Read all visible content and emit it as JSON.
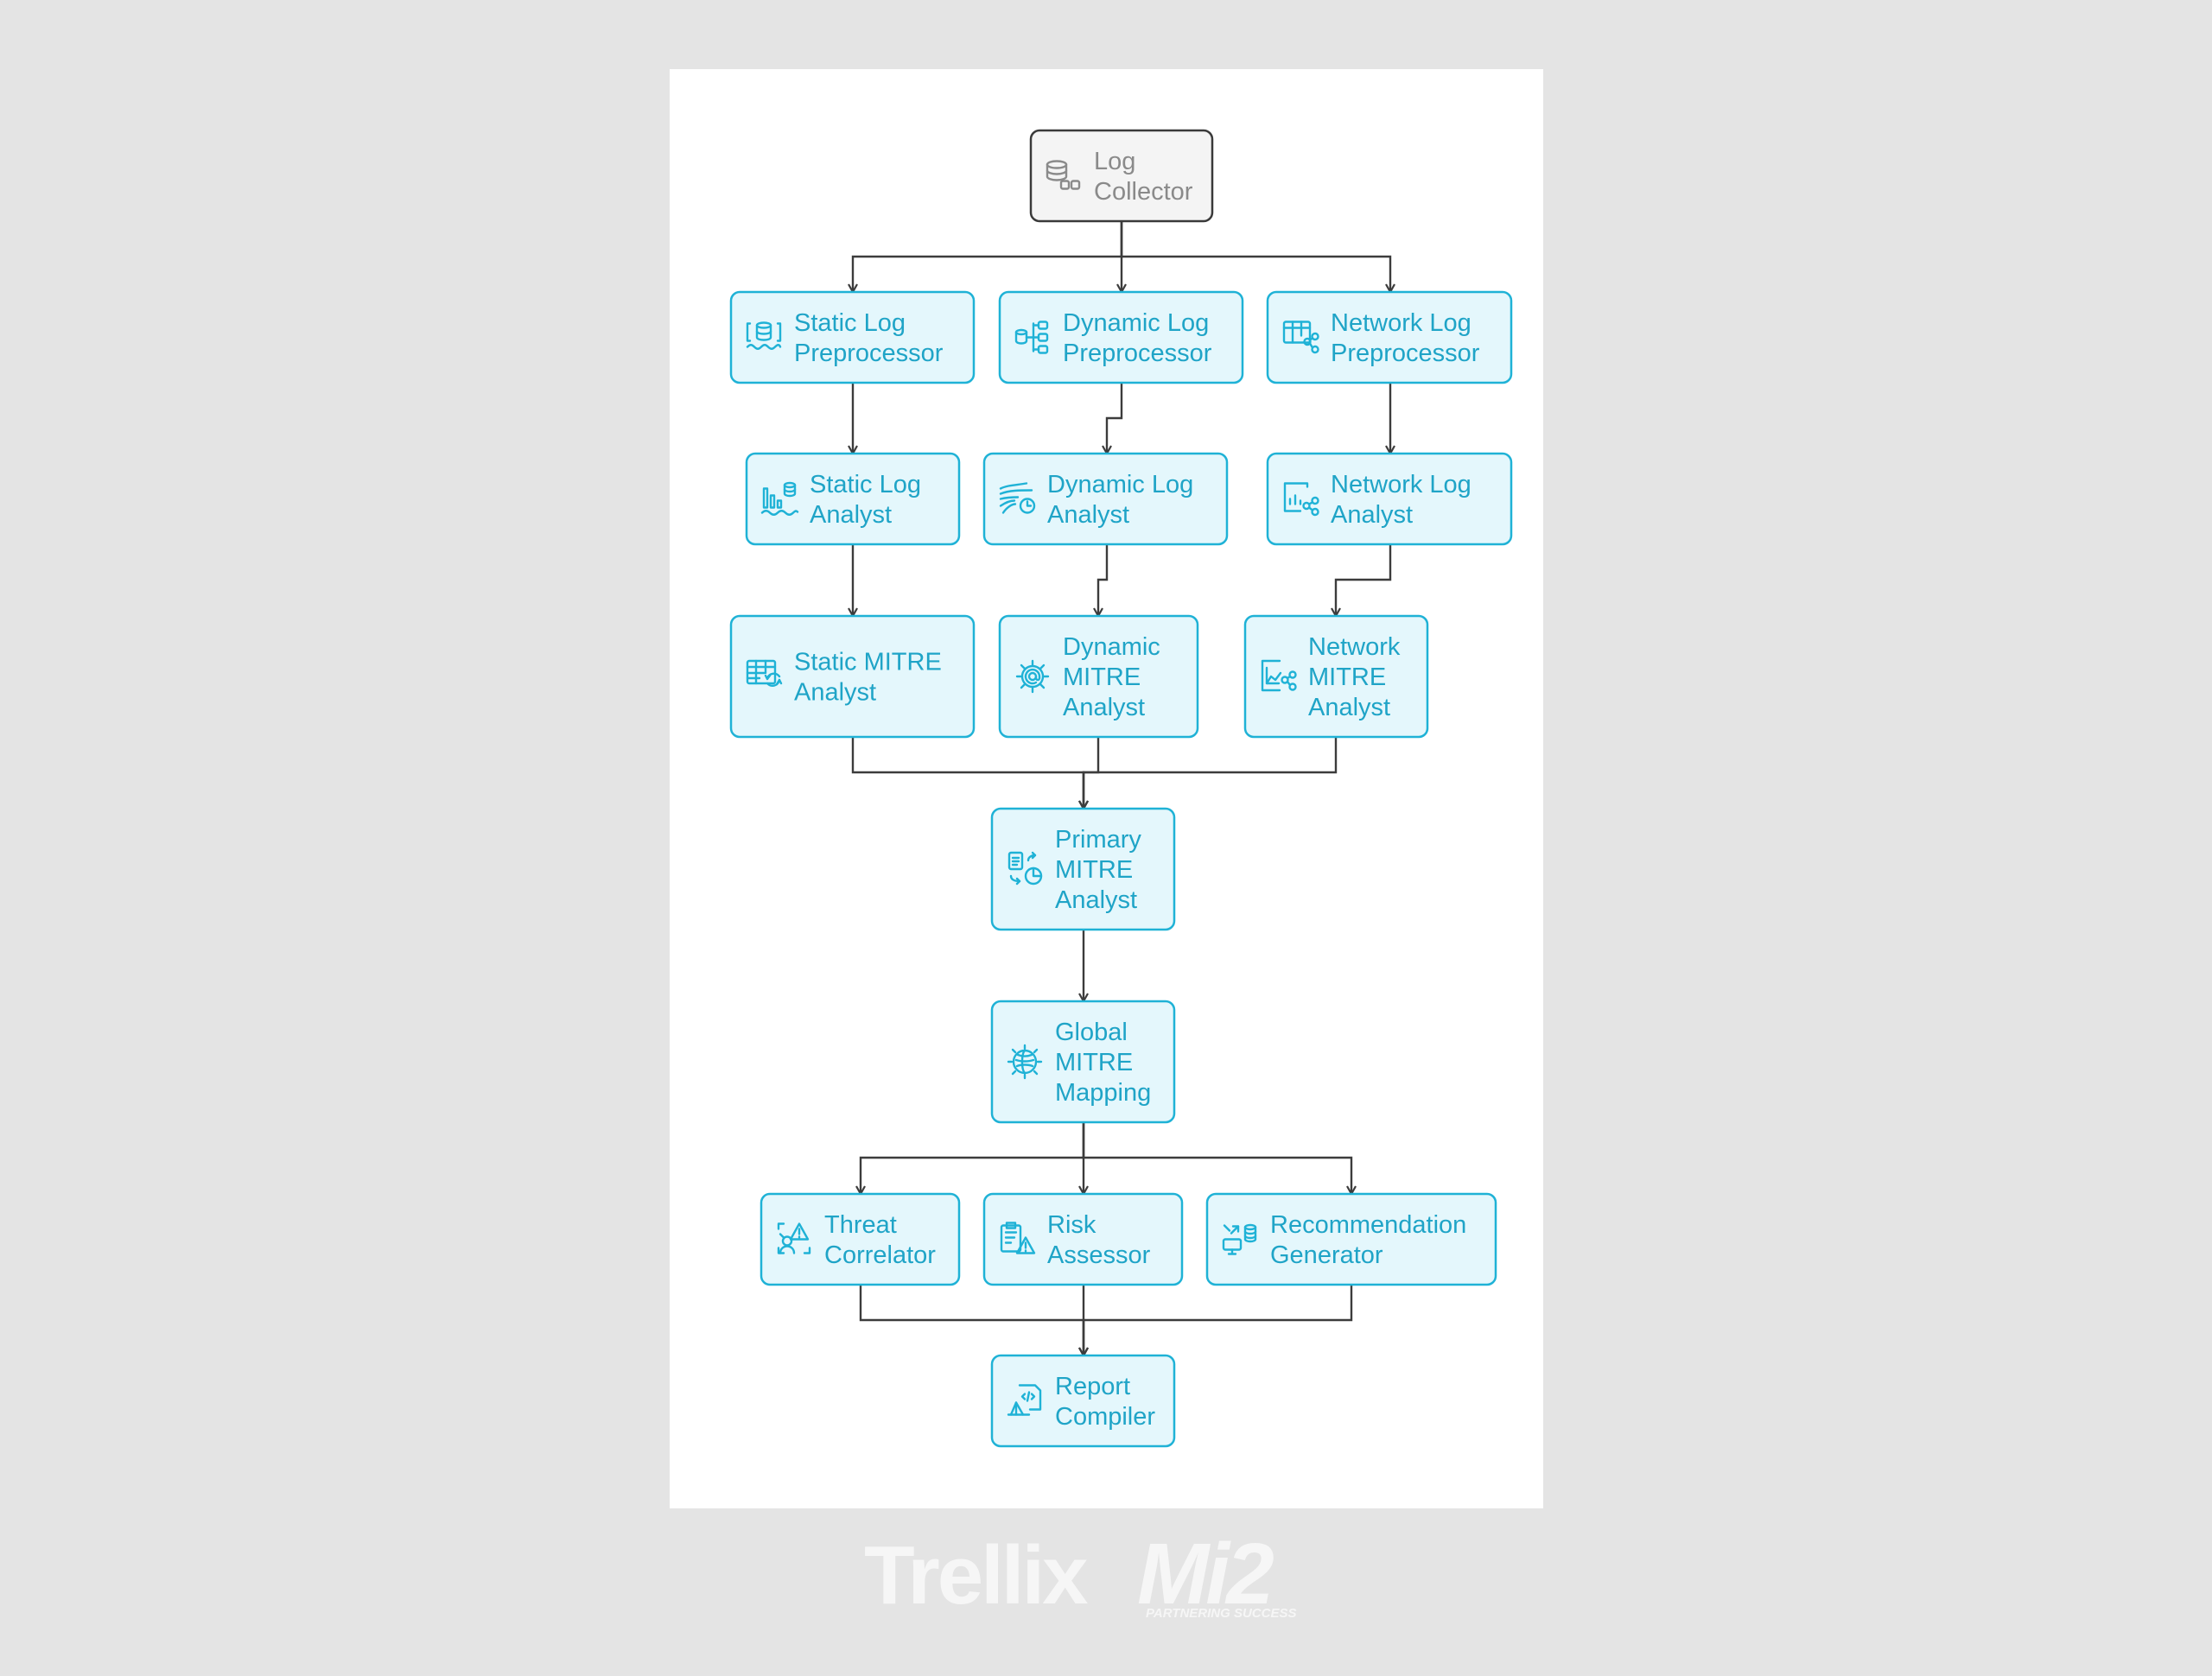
{
  "colors": {
    "background": "#e4e4e4",
    "panel": "#ffffff",
    "node_fill": "#e4f7fc",
    "node_stroke": "#1fb2d6",
    "node_text": "#1fa4c7",
    "source_fill": "#f4f4f4",
    "source_stroke": "#3a3a3a",
    "source_text": "#8a8a8a",
    "edge": "#3c3c3c",
    "logo": "#f6f6f6"
  },
  "nodes": [
    {
      "id": "log-collector",
      "lines": [
        "Log",
        "Collector"
      ],
      "icon": "database-icon",
      "style": "source"
    },
    {
      "id": "static-log-preprocessor",
      "lines": [
        "Static Log",
        "Preprocessor"
      ],
      "icon": "database-waves-icon"
    },
    {
      "id": "dynamic-log-preprocessor",
      "lines": [
        "Dynamic Log",
        "Preprocessor"
      ],
      "icon": "database-flow-icon"
    },
    {
      "id": "network-log-preprocessor",
      "lines": [
        "Network Log",
        "Preprocessor"
      ],
      "icon": "table-network-icon"
    },
    {
      "id": "static-log-analyst",
      "lines": [
        "Static Log",
        "Analyst"
      ],
      "icon": "bar-chart-database-icon"
    },
    {
      "id": "dynamic-log-analyst",
      "lines": [
        "Dynamic Log",
        "Analyst"
      ],
      "icon": "wind-clock-icon"
    },
    {
      "id": "network-log-analyst",
      "lines": [
        "Network Log",
        "Analyst"
      ],
      "icon": "chart-network-icon"
    },
    {
      "id": "static-mitre-analyst",
      "lines": [
        "Static MITRE",
        "Analyst"
      ],
      "icon": "table-refresh-icon"
    },
    {
      "id": "dynamic-mitre-analyst",
      "lines": [
        "Dynamic",
        "MITRE",
        "Analyst"
      ],
      "icon": "gear-at-icon"
    },
    {
      "id": "network-mitre-analyst",
      "lines": [
        "Network",
        "MITRE",
        "Analyst"
      ],
      "icon": "graph-network-icon"
    },
    {
      "id": "primary-mitre-analyst",
      "lines": [
        "Primary",
        "MITRE",
        "Analyst"
      ],
      "icon": "document-exchange-icon"
    },
    {
      "id": "global-mitre-mapping",
      "lines": [
        "Global",
        "MITRE",
        "Mapping"
      ],
      "icon": "globe-gear-icon"
    },
    {
      "id": "threat-correlator",
      "lines": [
        "Threat",
        "Correlator"
      ],
      "icon": "warning-scan-icon"
    },
    {
      "id": "risk-assessor",
      "lines": [
        "Risk",
        "Assessor"
      ],
      "icon": "clipboard-warning-icon"
    },
    {
      "id": "recommendation-generator",
      "lines": [
        "Recommendation",
        "Generator"
      ],
      "icon": "database-monitor-icon"
    },
    {
      "id": "report-compiler",
      "lines": [
        "Report",
        "Compiler"
      ],
      "icon": "code-document-icon"
    }
  ],
  "edges": [
    {
      "from": "log-collector",
      "to": "static-log-preprocessor"
    },
    {
      "from": "log-collector",
      "to": "dynamic-log-preprocessor"
    },
    {
      "from": "log-collector",
      "to": "network-log-preprocessor"
    },
    {
      "from": "static-log-preprocessor",
      "to": "static-log-analyst"
    },
    {
      "from": "dynamic-log-preprocessor",
      "to": "dynamic-log-analyst"
    },
    {
      "from": "network-log-preprocessor",
      "to": "network-log-analyst"
    },
    {
      "from": "static-log-analyst",
      "to": "static-mitre-analyst"
    },
    {
      "from": "dynamic-log-analyst",
      "to": "dynamic-mitre-analyst"
    },
    {
      "from": "network-log-analyst",
      "to": "network-mitre-analyst"
    },
    {
      "from": "static-mitre-analyst",
      "to": "primary-mitre-analyst"
    },
    {
      "from": "dynamic-mitre-analyst",
      "to": "primary-mitre-analyst"
    },
    {
      "from": "network-mitre-analyst",
      "to": "primary-mitre-analyst"
    },
    {
      "from": "primary-mitre-analyst",
      "to": "global-mitre-mapping"
    },
    {
      "from": "global-mitre-mapping",
      "to": "threat-correlator"
    },
    {
      "from": "global-mitre-mapping",
      "to": "risk-assessor"
    },
    {
      "from": "global-mitre-mapping",
      "to": "recommendation-generator"
    },
    {
      "from": "threat-correlator",
      "to": "report-compiler"
    },
    {
      "from": "risk-assessor",
      "to": "report-compiler"
    },
    {
      "from": "recommendation-generator",
      "to": "report-compiler"
    }
  ],
  "logo": {
    "brand": "Trellix",
    "partner": "Mi2",
    "tagline": "PARTNERING SUCCESS"
  }
}
